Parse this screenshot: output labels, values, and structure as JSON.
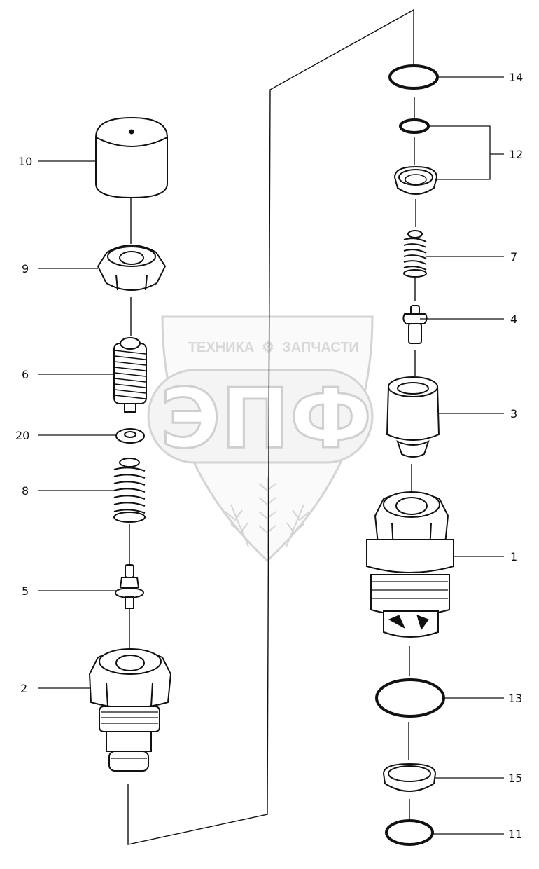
{
  "watermark": {
    "top_left": "ТЕХНИКА",
    "top_right": "ЗАПЧАСТИ",
    "logo": "ЭПФ"
  },
  "callouts": {
    "p1": "1",
    "p2": "2",
    "p3": "3",
    "p4": "4",
    "p5": "5",
    "p6": "6",
    "p7": "7",
    "p8": "8",
    "p9": "9",
    "p10": "10",
    "p11": "11",
    "p12": "12",
    "p13": "13",
    "p14": "14",
    "p15": "15",
    "p20": "20"
  },
  "colors": {
    "line": "#111111",
    "watermark": "#d0d0d0"
  }
}
